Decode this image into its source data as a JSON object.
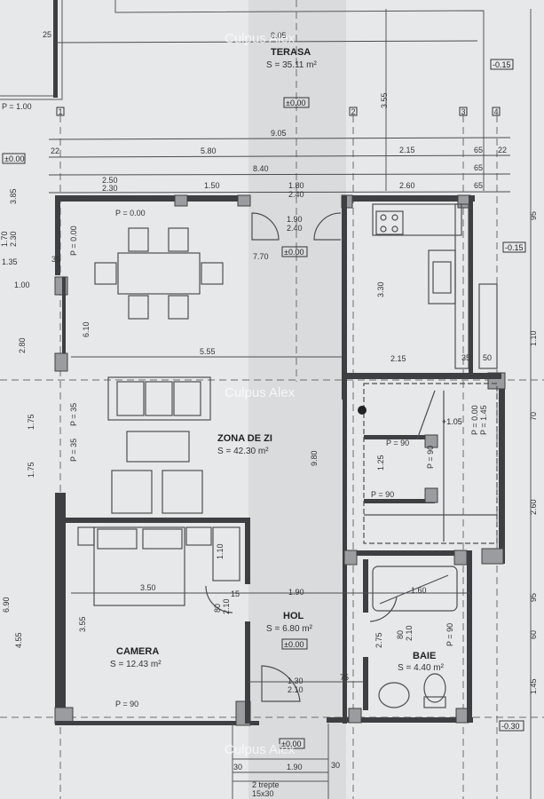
{
  "rooms": {
    "terasa": {
      "name": "TERASA",
      "area": "S = 35.11 m²",
      "level": "±0.00"
    },
    "zona_de_zi": {
      "name": "ZONA DE ZI",
      "area": "S = 42.30 m²"
    },
    "camera": {
      "name": "CAMERA",
      "area": "S = 12.43 m²"
    },
    "hol": {
      "name": "HOL",
      "area": "S = 6.80 m²",
      "level": "±0.00"
    },
    "baie": {
      "name": "BAIE",
      "area": "S = 4.40 m²"
    }
  },
  "levels": [
    "-0.15",
    "±0.00",
    "±0.00",
    "-0.15",
    "-0.30",
    "+1.05",
    "±0.00"
  ],
  "axis_markers": [
    "1",
    "2",
    "3",
    "4"
  ],
  "watermark": "Culpus Alex",
  "dims": [
    "8.05",
    "25",
    "9.05",
    "22",
    "5.80",
    "2.15",
    "65",
    "22",
    "8.40",
    "65",
    "2.50",
    "2.30",
    "1.50",
    "1.80",
    "2.40",
    "2.60",
    "65",
    "3.55",
    "P = 1.00",
    "P = 0.00",
    "P = 0.00",
    "1.90",
    "2.40",
    "7.70",
    "3.30",
    "5.55",
    "2.15",
    "6.10",
    "9.80",
    "1.25",
    "P = 90",
    "P = 90",
    "P = 90",
    "3.50",
    "3.55",
    "1.10",
    "1.90",
    "15",
    "80",
    "2.10",
    "1.60",
    "2.75",
    "80",
    "2.10",
    "P = 90",
    "1.30",
    "2.10",
    "75",
    "P = 90",
    "1.90",
    "30",
    "30",
    "2 trepte",
    "15x30",
    "2.60",
    "1.45",
    "95",
    "1.10",
    "1.70",
    "2.30",
    "3.85",
    "1.35",
    "2.80",
    "1.75",
    "1.75",
    "4.55",
    "6.90",
    "P = 35",
    "P = 35",
    "35",
    "1.00",
    "95",
    "70",
    "60",
    "P = 0.00",
    "P = 1.45",
    "50",
    "35"
  ]
}
